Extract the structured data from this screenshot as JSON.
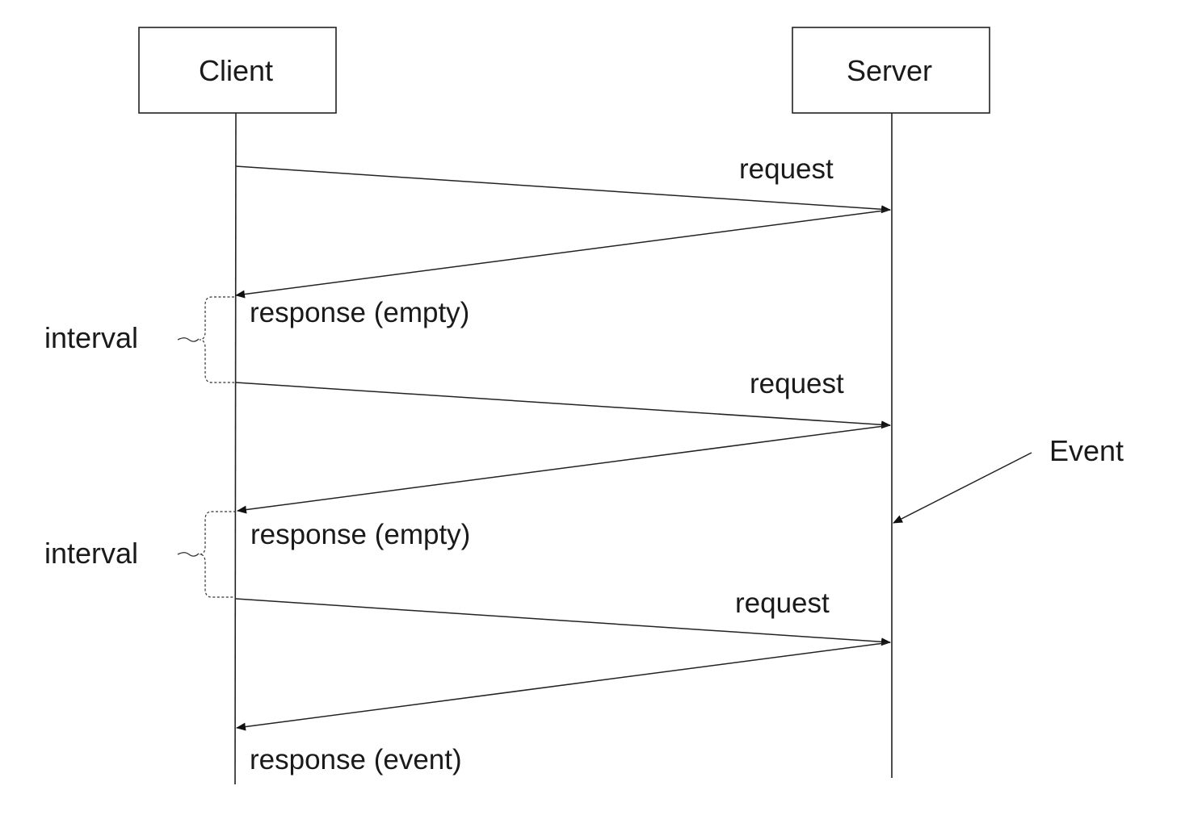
{
  "participants": {
    "client": "Client",
    "server": "Server"
  },
  "messages": [
    {
      "direction": "to-server",
      "label": "request"
    },
    {
      "direction": "to-client",
      "label": "response (empty)"
    },
    {
      "direction": "to-server",
      "label": "request"
    },
    {
      "direction": "to-client",
      "label": "response (empty)"
    },
    {
      "direction": "to-server",
      "label": "request"
    },
    {
      "direction": "to-client",
      "label": "response (event)"
    }
  ],
  "intervals": [
    {
      "label": "interval"
    },
    {
      "label": "interval"
    }
  ],
  "event": {
    "label": "Event"
  }
}
